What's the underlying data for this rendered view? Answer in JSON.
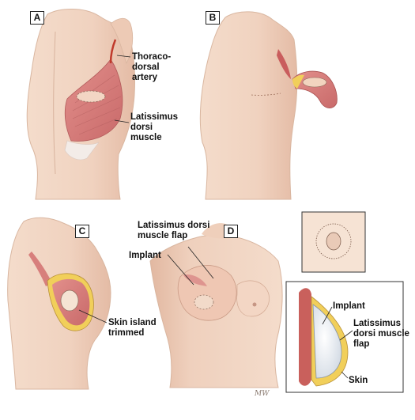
{
  "panels": {
    "a": {
      "letter": "A",
      "thoracodorsal_label": [
        "Thoraco-",
        "dorsal",
        "artery"
      ],
      "latissimus_label": [
        "Latissimus",
        "dorsi",
        "muscle"
      ]
    },
    "b": {
      "letter": "B"
    },
    "c": {
      "letter": "C",
      "skin_island_label": [
        "Skin island",
        "trimmed"
      ]
    },
    "d": {
      "letter": "D",
      "flap_label": [
        "Latissimus dorsi",
        "muscle flap"
      ],
      "implant_label": "Implant"
    },
    "inset_cross_section": {
      "implant_label": "Implant",
      "flap_label": [
        "Latissimus",
        "dorsi muscle",
        "flap"
      ],
      "skin_label": "Skin"
    }
  },
  "colors": {
    "skin": "#f2d8c6",
    "skin_shadow": "#e2b9a3",
    "muscle": "#d97f7f",
    "muscle_dark": "#b85a5a",
    "fat": "#f1cf5a",
    "implant": "#eef2f6",
    "outline": "#9a7a6a"
  },
  "signature": "MW"
}
